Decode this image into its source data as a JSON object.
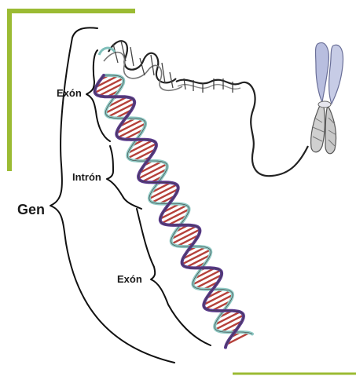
{
  "labels": {
    "gene": "Gen",
    "exon_top": "Exón",
    "intron": "Intrón",
    "exon_bottom": "Exón"
  },
  "colors": {
    "accent_green": "#9bbb33",
    "backbone_purple": "#5a3a8c",
    "backbone_teal": "#8ec9c4",
    "rung_red": "#b5413a",
    "chromosome": "#b8bedf",
    "ink": "#111111"
  },
  "icons": {
    "dna_helix": "dna-double-helix-icon",
    "chromosome": "chromosome-icon"
  }
}
